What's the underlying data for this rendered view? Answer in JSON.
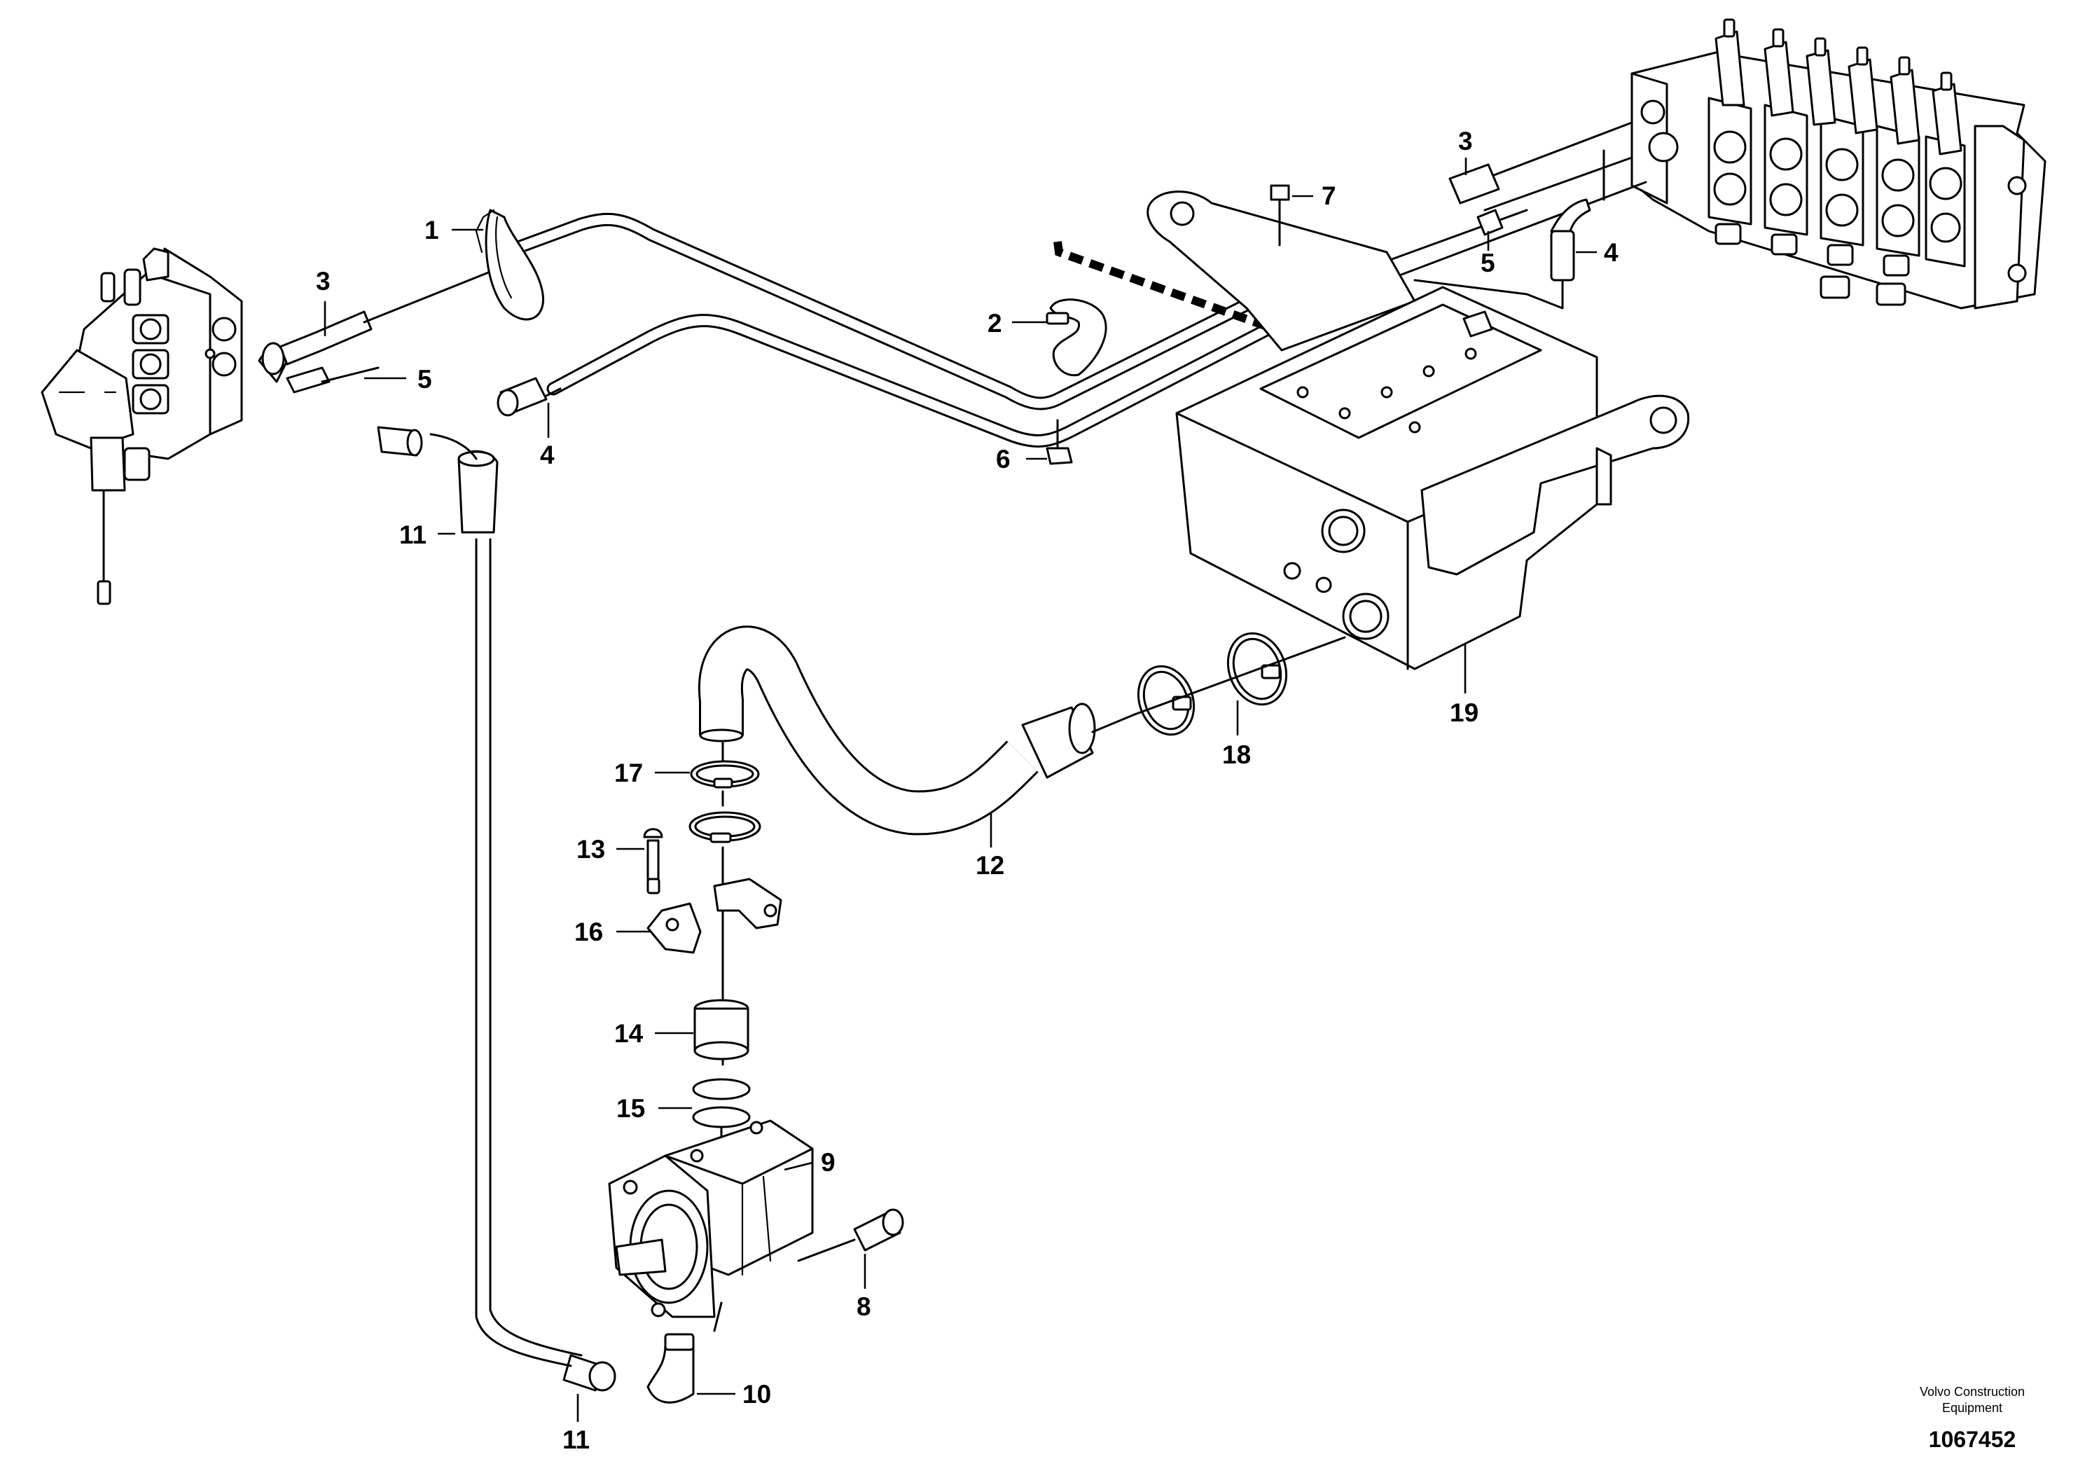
{
  "diagram": {
    "callouts": {
      "c1": "1",
      "c2": "2",
      "c3a": "3",
      "c3b": "3",
      "c4a": "4",
      "c4b": "4",
      "c5a": "5",
      "c5b": "5",
      "c6": "6",
      "c7": "7",
      "c8": "8",
      "c9": "9",
      "c10": "10",
      "c11a": "11",
      "c11b": "11",
      "c12": "12",
      "c13": "13",
      "c14": "14",
      "c15": "15",
      "c16": "16",
      "c17": "17",
      "c18": "18",
      "c19": "19"
    },
    "stamp": {
      "company_line1": "Volvo Construction",
      "company_line2": "Equipment",
      "drawing_number": "1067452"
    }
  }
}
